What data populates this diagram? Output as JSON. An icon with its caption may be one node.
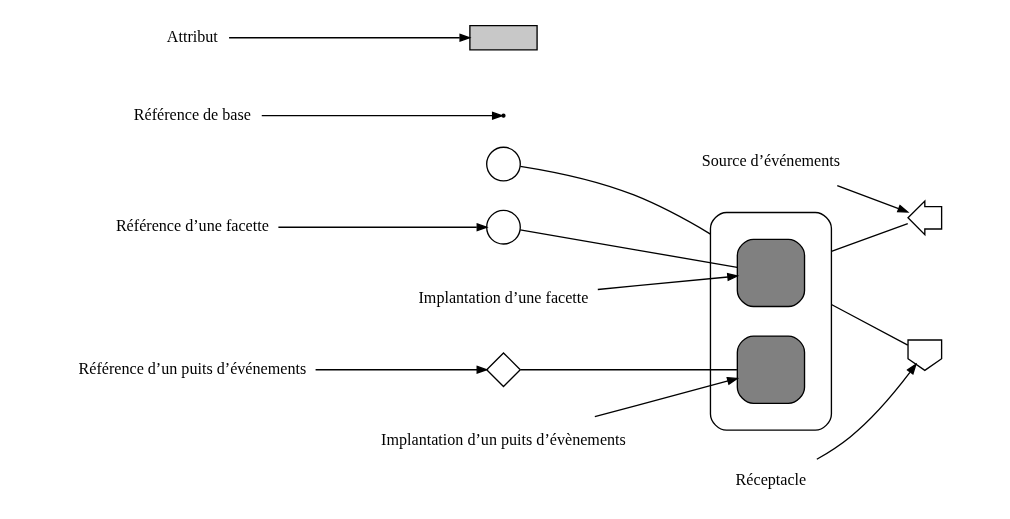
{
  "diagram": {
    "nodes": [
      {
        "text": [],
        "shape": "box"
      },
      {
        "text": [],
        "shape": "circle"
      },
      {
        "text": [
          "Référence de base"
        ]
      },
      {
        "text": [],
        "shape": "circle"
      },
      {
        "text": [
          "Référence d’une facette"
        ]
      },
      {
        "text": [],
        "shape": "box",
        "in": 0
      },
      {
        "text": [
          "Implantation d’une facette"
        ]
      },
      {
        "text": [],
        "shape": "diamond"
      },
      {
        "text": [
          "Référence d’un puits d’événements"
        ]
      },
      {
        "text": [],
        "shape": "box",
        "in": 0
      },
      {
        "text": [
          "Implantation d’un puits d’évènements"
        ]
      },
      {
        "text": [],
        "shape": "fork"
      },
      {
        "text": [
          "Source d’événements"
        ]
      },
      {
        "text": [],
        "shape": "semicircle"
      },
      {
        "text": [
          "Réceptacle"
        ]
      },
      {
        "text": [],
        "shape": "bar"
      },
      {
        "text": [
          "Attribut"
        ]
      }
    ],
    "edges": [
      {
        "from": 1,
        "to": 0,
        "arrow": "none"
      },
      {
        "from": 2,
        "to": null,
        "arrow": "to"
      },
      {
        "from": 3,
        "to": 5,
        "arrow": "none"
      },
      {
        "from": 4,
        "to": 3,
        "arrow": "to"
      },
      {
        "from": 6,
        "to": 5,
        "arrow": "to"
      },
      {
        "from": 7,
        "to": 9,
        "arrow": "none"
      },
      {
        "from": 8,
        "to": 7,
        "arrow": "to"
      },
      {
        "from": 10,
        "to": 9,
        "arrow": "to"
      },
      {
        "from": 0,
        "to": 11,
        "arrow": "none"
      },
      {
        "from": 12,
        "to": 11,
        "arrow": "to"
      },
      {
        "from": 0,
        "to": 13,
        "arrow": "none"
      },
      {
        "from": 14,
        "to": 13,
        "arrow": "to"
      },
      {
        "from": 16,
        "to": 15,
        "arrow": "to"
      }
    ]
  }
}
